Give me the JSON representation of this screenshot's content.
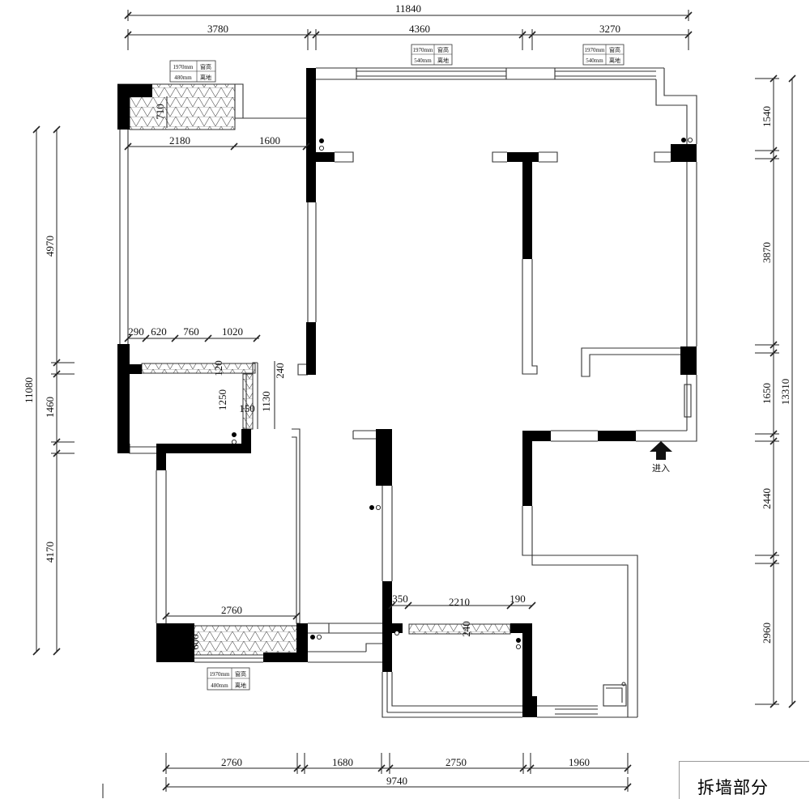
{
  "title": "拆墙部分",
  "entry_label": "进入",
  "dims": {
    "top_total": "11840",
    "top_a": "3780",
    "top_b": "4360",
    "top_c": "3270",
    "bottom_total": "9740",
    "bottom_a": "2760",
    "bottom_b": "1680",
    "bottom_c": "2750",
    "bottom_d": "1960",
    "left_total": "11080",
    "left_a": "4970",
    "left_b": "1460",
    "left_c": "4170",
    "right_total": "13310",
    "right_a": "1540",
    "right_b": "3870",
    "right_c": "1650",
    "right_d": "2440",
    "right_e": "2960",
    "in_2180": "2180",
    "in_1600": "1600",
    "in_710": "710",
    "in_290": "290",
    "in_620": "620",
    "in_760": "760",
    "in_1020": "1020",
    "in_120": "120",
    "in_240a": "240",
    "in_1250": "1250",
    "in_150": "150",
    "in_1130": "1130",
    "in_2760": "2760",
    "in_600": "600",
    "in_350": "350",
    "in_2210": "2210",
    "in_190": "190",
    "in_240b": "240"
  },
  "window_notes": {
    "w1": {
      "h": "1970mm",
      "h_label": "窗高",
      "s": "480mm",
      "s_label": "离地"
    },
    "w2": {
      "h": "1970mm",
      "h_label": "窗高",
      "s": "540mm",
      "s_label": "离地"
    },
    "w3": {
      "h": "1970mm",
      "h_label": "窗高",
      "s": "540mm",
      "s_label": "离地"
    },
    "w4": {
      "h": "1970mm",
      "h_label": "窗高",
      "s": "480mm",
      "s_label": "离地"
    }
  }
}
